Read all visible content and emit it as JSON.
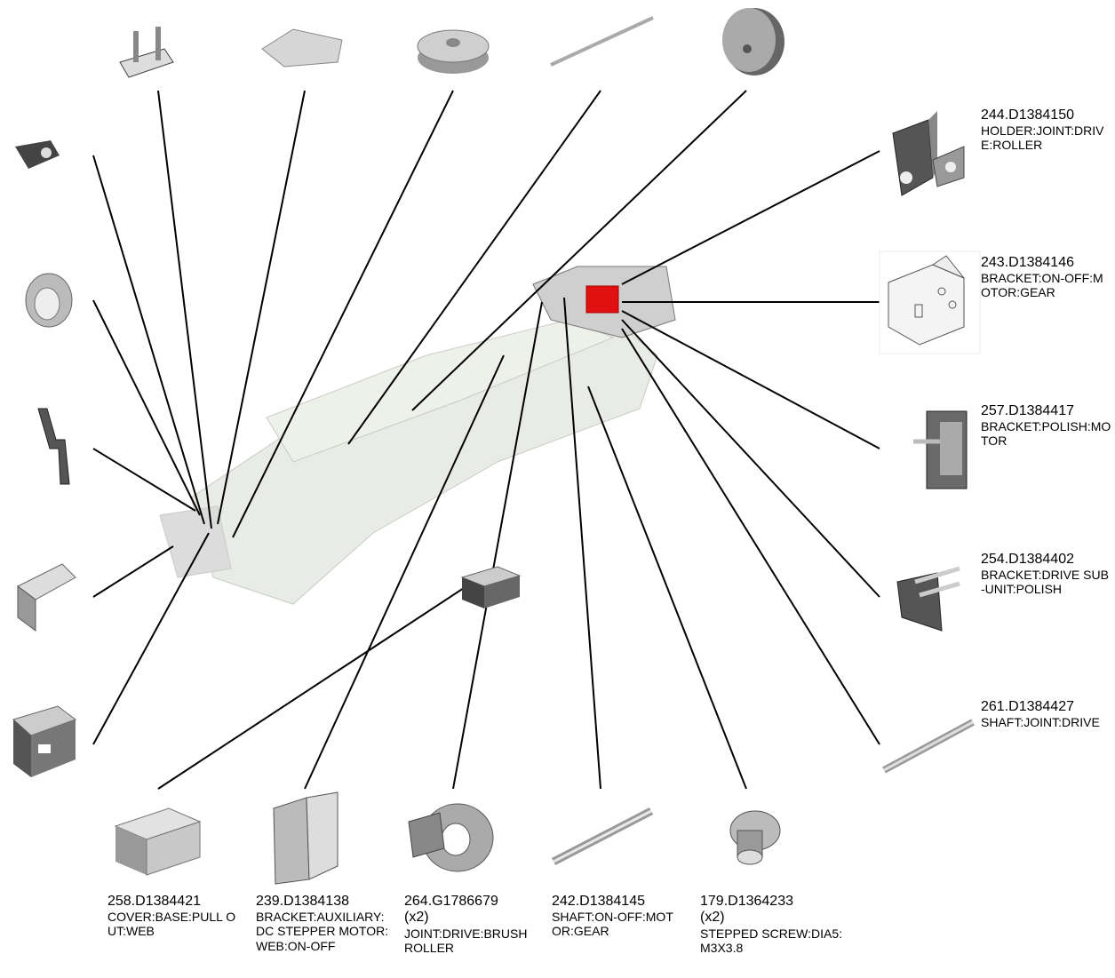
{
  "labels": [
    {
      "id": "p244",
      "part_number": "244.D1384150",
      "description": "HOLDER:JOINT:DRIVE:ROLLER"
    },
    {
      "id": "p243",
      "part_number": "243.D1384146",
      "description": "BRACKET:ON-OFF:MOTOR:GEAR"
    },
    {
      "id": "p257",
      "part_number": "257.D1384417",
      "description": "BRACKET:POLISH:MOTOR"
    },
    {
      "id": "p254",
      "part_number": "254.D1384402",
      "description": "BRACKET:DRIVE SUB-UNIT:POLISH"
    },
    {
      "id": "p261",
      "part_number": "261.D1384427",
      "description": "SHAFT:JOINT:DRIVE"
    },
    {
      "id": "p258",
      "part_number": "258.D1384421",
      "description": "COVER:BASE:PULL OUT:WEB"
    },
    {
      "id": "p239",
      "part_number": "239.D1384138",
      "description": "BRACKET:AUXILIARY:DC STEPPER MOTOR:WEB:ON-OFF"
    },
    {
      "id": "p264",
      "part_number": "264.G1786679",
      "qty": "(x2)",
      "description": "JOINT:DRIVE:BRUSH ROLLER"
    },
    {
      "id": "p242",
      "part_number": "242.D1384145",
      "description": "SHAFT:ON-OFF:MOTOR:GEAR"
    },
    {
      "id": "p179",
      "part_number": "179.D1364233",
      "qty": "(x2)",
      "description": "STEPPED SCREW:DIA5:M3X3.8"
    }
  ],
  "colors": {
    "highlight": "#e01010",
    "line": "#000000",
    "part": "#555555",
    "ghost": "#cfcfcf"
  }
}
